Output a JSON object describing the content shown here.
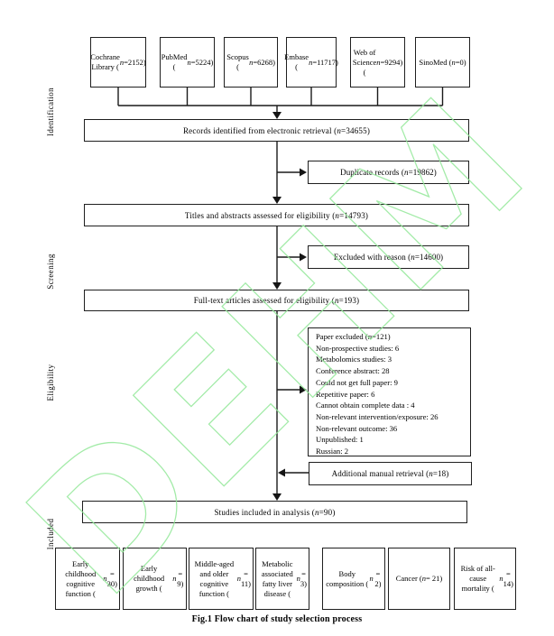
{
  "caption": "Fig.1 Flow chart of study selection process",
  "stages": [
    "Identification",
    "Screening",
    "Eligibility",
    "Included"
  ],
  "sources": [
    "Cochrane Library (n=2152)",
    "PubMed (n=5224)",
    "Scopus (n=6268)",
    "Embase (n=11717)",
    "Web of Science (n=9294)",
    "SinoMed (n=0)"
  ],
  "flow": {
    "records": "Records identified from electronic retrieval (n=34655)",
    "duplicates": "Duplicate records (n=19862)",
    "titles_abstracts": "Titles and abstracts assessed for eligibility (n=14793)",
    "excluded": "Excluded with reason (n=14600)",
    "fulltext": "Full-text articles assessed for eligibility (n=193)",
    "manual_retrieval": "Additional manual retrieval (n=18)",
    "included": "Studies included in analysis (n=90)"
  },
  "paper_excluded": {
    "header": "Paper excluded (n=121)",
    "lines": [
      "Non-prospective studies: 6",
      "Metabolomics studies: 3",
      "Conference abstract: 28",
      "Could not get full paper: 9",
      "Repetitive paper: 6",
      "Cannot obtain complete data : 4",
      "Non-relevant intervention/exposure: 26",
      "Non-relevant outcome: 36",
      "Unpublished: 1",
      "Russian: 2"
    ]
  },
  "outcomes": [
    "Early childhood cognitive function (n = 30)",
    "Early childhood growth (n = 9)",
    "Middle-aged and older cognitive function (n = 11)",
    "Metabolic associated fatty liver disease (n = 3)",
    "Body composition (n = 2)",
    "Cancer (n = 21)",
    "Risk of all-cause mortality (n = 14)"
  ],
  "watermark": {
    "text": "DEHM",
    "color": "#94e89a"
  }
}
